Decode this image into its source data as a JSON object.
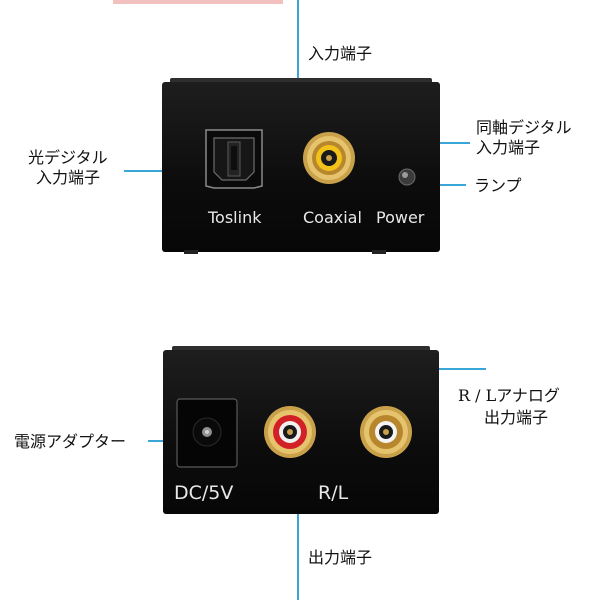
{
  "top_diagram": {
    "top_callout": "入力端子",
    "left_callout_lines": [
      "光デジタル",
      "入力端子"
    ],
    "right_callout_lines": [
      "同軸デジタル",
      "入力端子"
    ],
    "lamp_callout": "ランプ",
    "port_labels": {
      "toslink": "Toslink",
      "coaxial": "Coaxial",
      "power": "Power"
    }
  },
  "bottom_diagram": {
    "bottom_callout": "出力端子",
    "left_callout": "電源アダプター",
    "right_callout_lines": [
      "R / Lアナログ",
      "出力端子"
    ],
    "port_labels": {
      "dc": "DC/5V",
      "rl": "R/L"
    }
  },
  "colors": {
    "callout_line": "#3aa6d8",
    "panel": "#111111",
    "gold": "#c9a14a",
    "red_ring": "#d22027"
  }
}
